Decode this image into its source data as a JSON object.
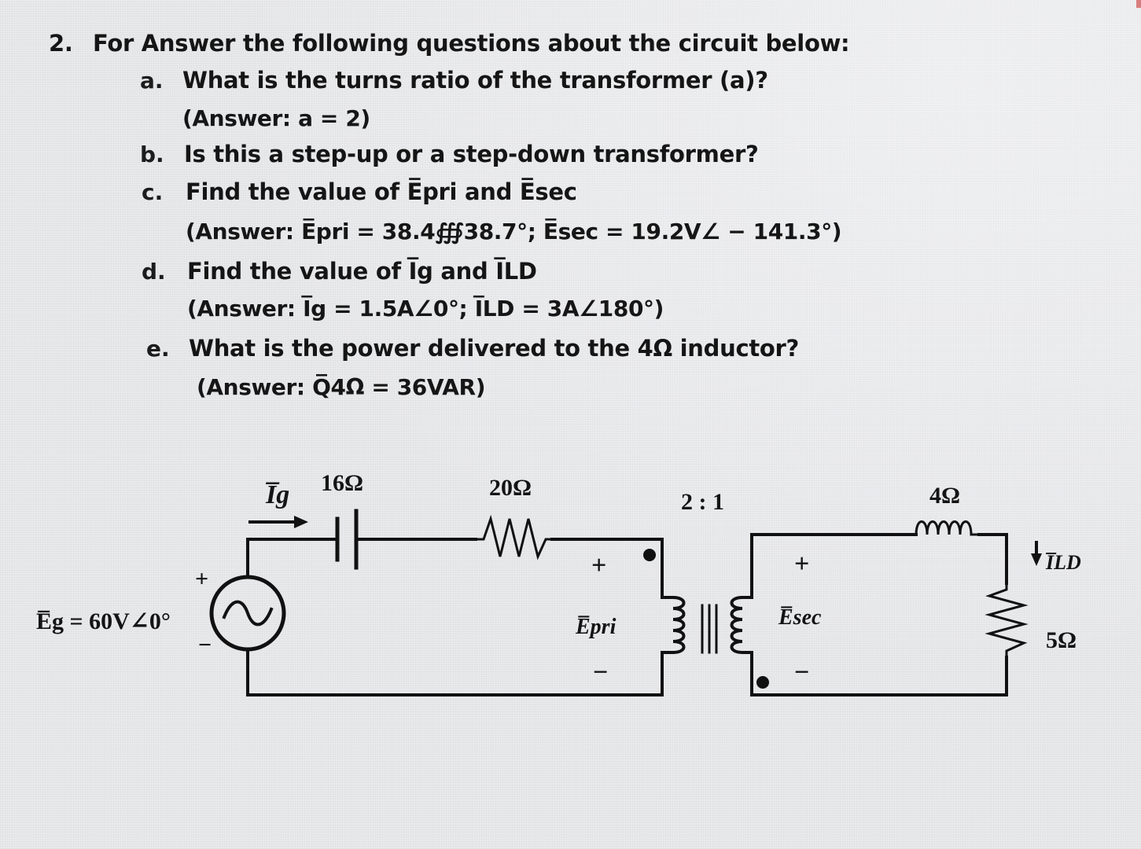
{
  "question": {
    "number": "2.",
    "title": "For Answer the following questions about the circuit below:"
  },
  "parts": [
    {
      "marker": "a.",
      "question": "What is the turns ratio of the transformer (a)?",
      "answer": "(Answer: a = 2)"
    },
    {
      "marker": "b.",
      "question": "Is this a step-up or a step-down transformer?",
      "answer": ""
    },
    {
      "marker": "c.",
      "question": "Find the value of E̅pri and E̅sec",
      "answer": "(Answer: E̅pri = 38.4∰38.7°; E̅sec = 19.2V∠ − 141.3°)"
    },
    {
      "marker": "d.",
      "question": "Find the value of I̅g and I̅LD",
      "answer": "(Answer: I̅g = 1.5A∠0°; I̅LD = 3A∠180°)"
    },
    {
      "marker": "e.",
      "question": "What is the power delivered to the 4Ω inductor?",
      "answer": "(Answer: Q̅4Ω = 36VAR)"
    }
  ],
  "circuit": {
    "source_label": "E̅g = 60V∠0°",
    "current_label": "I̅g",
    "capacitor_label": "16Ω",
    "resistor_label": "20Ω",
    "primary_voltage": "E̅pri",
    "primary_plus": "+",
    "primary_minus": "−",
    "source_plus": "+",
    "source_minus": "−",
    "ratio_label": "2 : 1",
    "secondary_voltage": "E̅sec",
    "secondary_plus": "+",
    "secondary_minus": "−",
    "inductor_label": "4Ω",
    "load_current_label": "I̅LD",
    "load_resistor_label": "5Ω"
  }
}
